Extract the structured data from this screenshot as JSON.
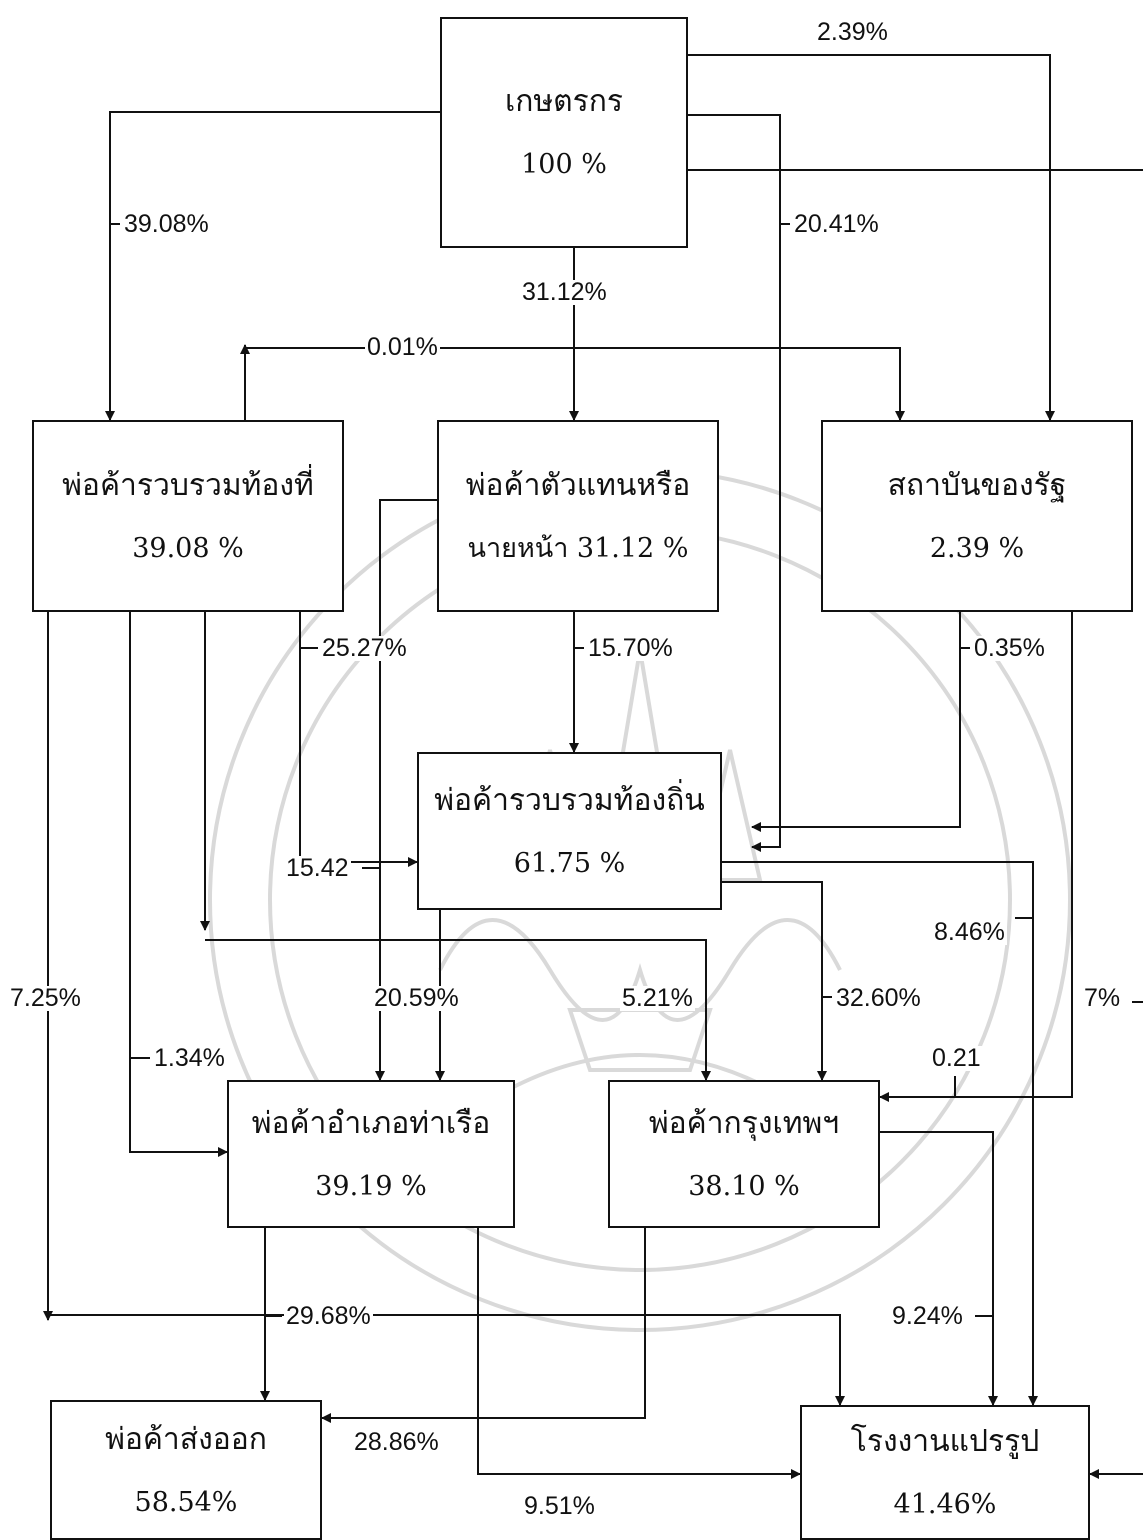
{
  "nodes": {
    "farmer": {
      "name": "เกษตรกร",
      "pct": "100 %"
    },
    "local_collector": {
      "name": "พ่อค้ารวบรวมท้องที่",
      "pct": "39.08 %"
    },
    "broker": {
      "name": "พ่อค้าตัวแทนหรือ",
      "pct": "นายหน้า 31.12 %"
    },
    "state": {
      "name": "สถาบันของรัฐ",
      "pct": "2.39 %"
    },
    "regional_collector": {
      "name": "พ่อค้ารวบรวมท้องถิ่น",
      "pct": "61.75 %"
    },
    "tharuea": {
      "name": "พ่อค้าอำเภอท่าเรือ",
      "pct": "39.19 %"
    },
    "bangkok": {
      "name": "พ่อค้ากรุงเทพฯ",
      "pct": "38.10 %"
    },
    "exporter": {
      "name": "พ่อค้าส่งออก",
      "pct": "58.54%"
    },
    "processor": {
      "name": "โรงงานแปรรูป",
      "pct": "41.46%"
    }
  },
  "flows": {
    "farmer_state": "2.39%",
    "farmer_local": "39.08%",
    "farmer_regional": "20.41%",
    "farmer_broker": "31.12%",
    "local_state": "0.01%",
    "local_regional": "25.27%",
    "broker_regional": "15.70%",
    "state_regional": "0.35%",
    "broker_tharuea": "15.42",
    "regional_bangkok_a": "8.46%",
    "local_processor": "7.25%",
    "regional_tharuea": "20.59%",
    "local_bangkok": "5.21%",
    "regional_bangkok_b": "32.60%",
    "farmer_processor": "7%",
    "local_tharuea": "1.34%",
    "state_bangkok": "0.21",
    "tharuea_exporter": "29.68%",
    "bangkok_processor": "9.24%",
    "bangkok_exporter": "28.86%",
    "tharuea_processor": "9.51%"
  }
}
